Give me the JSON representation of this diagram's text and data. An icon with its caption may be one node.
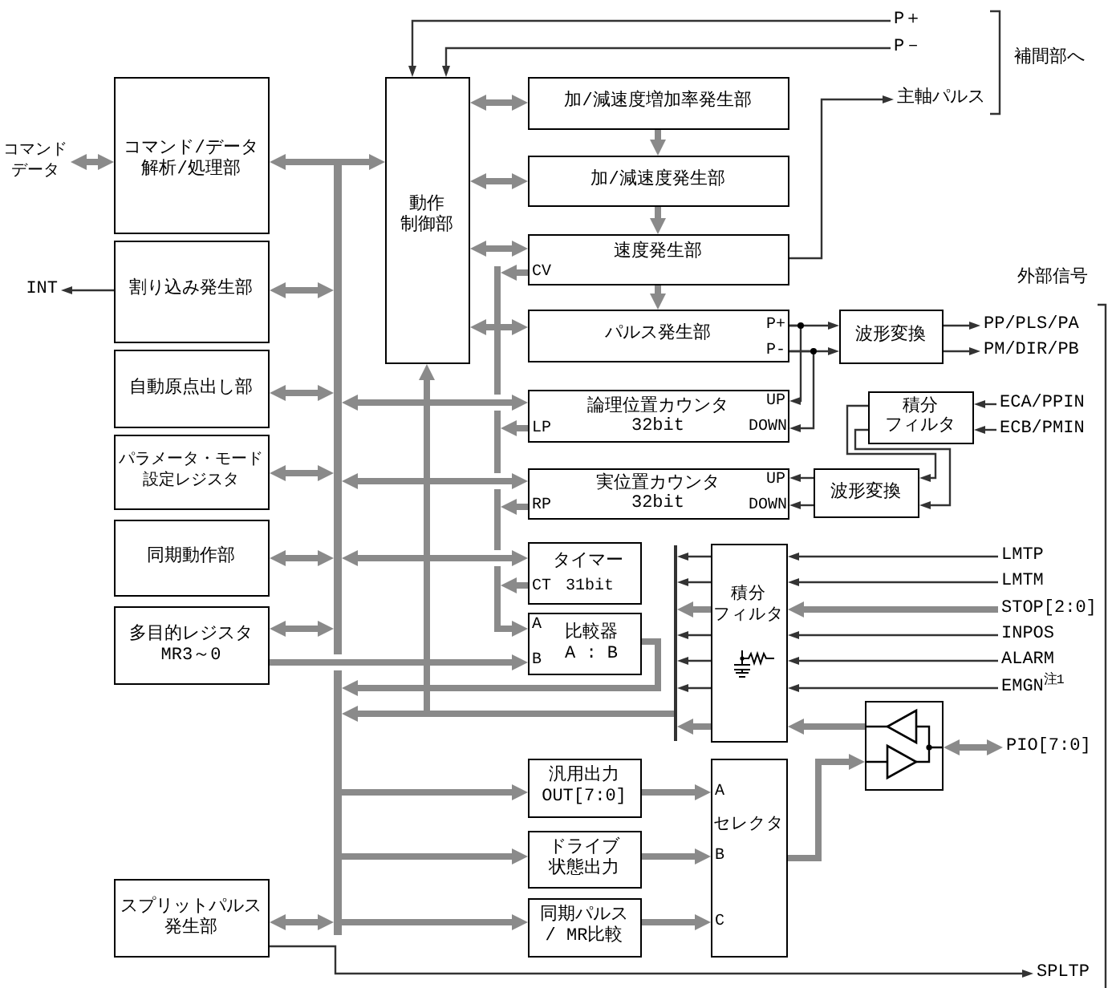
{
  "diagram": {
    "nodes": [
      {
        "text": [
          "コマンドデータ"
        ]
      },
      {
        "text": [
          "コマンド/データ解析/処理部"
        ]
      },
      {
        "text": [
          "INT"
        ]
      },
      {
        "text": [
          "割り込み発生部"
        ]
      },
      {
        "text": [
          "自動原点出し部"
        ]
      },
      {
        "text": [
          "パラメータ・モード設定レジスタ"
        ]
      },
      {
        "text": [
          "同期動作部"
        ]
      },
      {
        "text": [
          "多目的レジスタMR3～0"
        ]
      },
      {
        "text": [
          "スプリットパルス発生部"
        ]
      },
      {
        "text": [],
        "shape": "bar"
      },
      {
        "text": [
          "動作制御部"
        ]
      },
      {
        "text": [
          "加/減速度増加率発生部"
        ]
      },
      {
        "text": [
          "加/減速度発生部"
        ]
      },
      {
        "text": [
          "速度発生部",
          "CV"
        ]
      },
      {
        "text": [
          "パルス発生部",
          "P+",
          "P-"
        ]
      },
      {
        "text": [
          "論理位置カウンタ32bit",
          "LP",
          "UP",
          "DOWN"
        ]
      },
      {
        "text": [
          "実位置カウンタ32bit",
          "RP",
          "UP",
          "DOWN"
        ]
      },
      {
        "text": [
          "タイマー",
          "CT",
          "31bit"
        ]
      },
      {
        "text": [
          "比較器A : B",
          "A",
          "B"
        ]
      },
      {
        "text": [
          "積分フィルタ"
        ]
      },
      {
        "text": [
          "汎用出力OUT[7:0]"
        ]
      },
      {
        "text": [
          "ドライブ状態出力"
        ]
      },
      {
        "text": [
          "同期パルス/ MR比較"
        ]
      },
      {
        "text": [
          "A",
          "セレクタ",
          "B",
          "C"
        ]
      },
      {
        "text": [
          "波形変換"
        ]
      },
      {
        "text": [
          "積分フィルタ"
        ]
      },
      {
        "text": [
          "波形変換"
        ]
      },
      {
        "text": [],
        "shape": "box"
      },
      {
        "text": [
          "P＋"
        ]
      },
      {
        "text": [
          "P－"
        ]
      },
      {
        "text": [
          "主軸パルス"
        ]
      },
      {
        "text": [
          "PP/PLS/PA"
        ]
      },
      {
        "text": [
          "PM/DIR/PB"
        ]
      },
      {
        "text": [
          "ECA/PPIN"
        ]
      },
      {
        "text": [
          "ECB/PMIN"
        ]
      },
      {
        "text": [
          "LMTP"
        ]
      },
      {
        "text": [
          "LMTM"
        ]
      },
      {
        "text": [
          "STOP[2:0]"
        ]
      },
      {
        "text": [
          "INPOS"
        ]
      },
      {
        "text": [
          "ALARM"
        ]
      },
      {
        "text": [
          "EMGN$^{注1}$"
        ]
      },
      {
        "text": [
          "PIO[7:0]"
        ]
      },
      {
        "text": [
          "SPLTP"
        ]
      },
      {
        "text": [],
        "shape": "bar"
      },
      {
        "text": [],
        "shape": "bar"
      }
    ],
    "edges": [
      {
        "from": 0,
        "to": 1,
        "arrow": "both"
      },
      {
        "from": 3,
        "to": 2,
        "arrow": "to",
        "color": "#333333"
      },
      {
        "from": 9,
        "to": 1,
        "arrow": "to"
      },
      {
        "from": 9,
        "to": 10,
        "arrow": "to"
      },
      {
        "from": 3,
        "to": 9,
        "arrow": "both"
      },
      {
        "from": 4,
        "to": 9,
        "arrow": "both"
      },
      {
        "from": 5,
        "to": 9,
        "arrow": "both"
      },
      {
        "from": 6,
        "to": 9,
        "arrow": "both"
      },
      {
        "from": 7,
        "to": 9,
        "arrow": "both"
      },
      {
        "from": 8,
        "to": 9,
        "arrow": "both"
      },
      {
        "from": 9,
        "to": 15,
        "arrow": "both"
      },
      {
        "from": 9,
        "to": 16,
        "arrow": "both"
      },
      {
        "from": 9,
        "to": 17,
        "arrow": "both"
      },
      {
        "from": 9,
        "to": 20,
        "arrow": "to"
      },
      {
        "from": 9,
        "to": 21,
        "arrow": "to"
      },
      {
        "from": 9,
        "to": 22,
        "arrow": "to"
      },
      {
        "from": 10,
        "to": 11,
        "arrow": "both"
      },
      {
        "from": 10,
        "to": 12,
        "arrow": "both"
      },
      {
        "from": 10,
        "to": 13,
        "arrow": "both"
      },
      {
        "from": 10,
        "to": 14,
        "arrow": "both"
      },
      {
        "from": 11,
        "to": 12,
        "arrow": "to"
      },
      {
        "from": 12,
        "to": 13,
        "arrow": "to"
      },
      {
        "from": 13,
        "to": 14,
        "arrow": "to"
      },
      {
        "from": 28,
        "to": 10,
        "arrow": "to",
        "color": "#333333"
      },
      {
        "from": 29,
        "to": 10,
        "arrow": "to",
        "color": "#333333"
      },
      {
        "from": 13,
        "to": 30,
        "arrow": "to",
        "color": "#333333"
      },
      {
        "from": 13,
        "to": 43,
        "arrow": "to"
      },
      {
        "from": 15,
        "to": 43,
        "arrow": "to"
      },
      {
        "from": 16,
        "to": 43,
        "arrow": "to"
      },
      {
        "from": 17,
        "to": 43,
        "arrow": "to"
      },
      {
        "from": 7,
        "to": 18,
        "arrow": "to"
      },
      {
        "from": 18,
        "to": 9,
        "arrow": "to"
      },
      {
        "from": 44,
        "to": 9,
        "arrow": "to"
      },
      {
        "from": 44,
        "to": 10,
        "arrow": "to"
      },
      {
        "from": 14,
        "to": 24,
        "arrow": "to",
        "color": "#333333"
      },
      {
        "from": 14,
        "to": 24,
        "arrow": "to",
        "color": "#333333"
      },
      {
        "from": 14,
        "to": 15,
        "arrow": "to",
        "color": "#333333"
      },
      {
        "from": 14,
        "to": 15,
        "arrow": "to",
        "color": "#333333"
      },
      {
        "from": 24,
        "to": 31,
        "arrow": "to",
        "color": "#333333"
      },
      {
        "from": 24,
        "to": 32,
        "arrow": "to",
        "color": "#333333"
      },
      {
        "from": 33,
        "to": 25,
        "arrow": "to",
        "color": "#333333"
      },
      {
        "from": 34,
        "to": 25,
        "arrow": "to",
        "color": "#333333"
      },
      {
        "from": 25,
        "to": 26,
        "arrow": "to",
        "color": "#333333"
      },
      {
        "from": 25,
        "to": 26,
        "arrow": "to",
        "color": "#333333"
      },
      {
        "from": 26,
        "to": 16,
        "arrow": "to",
        "color": "#333333"
      },
      {
        "from": 26,
        "to": 16,
        "arrow": "to",
        "color": "#333333"
      },
      {
        "from": 35,
        "to": 19,
        "arrow": "to",
        "color": "#333333"
      },
      {
        "from": 36,
        "to": 19,
        "arrow": "to",
        "color": "#333333"
      },
      {
        "from": 37,
        "to": 19,
        "arrow": "to"
      },
      {
        "from": 38,
        "to": 19,
        "arrow": "to",
        "color": "#333333"
      },
      {
        "from": 39,
        "to": 19,
        "arrow": "to",
        "color": "#333333"
      },
      {
        "from": 40,
        "to": 19,
        "arrow": "to",
        "color": "#333333"
      },
      {
        "from": 27,
        "to": 19,
        "arrow": "to"
      },
      {
        "from": 20,
        "to": 23,
        "arrow": "to"
      },
      {
        "from": 21,
        "to": 23,
        "arrow": "to"
      },
      {
        "from": 22,
        "to": 23,
        "arrow": "to"
      },
      {
        "from": 23,
        "to": 27,
        "arrow": "to"
      },
      {
        "from": 27,
        "to": 41,
        "arrow": "both"
      },
      {
        "from": 8,
        "to": 42,
        "arrow": "to",
        "color": "#333333"
      },
      {
        "from": 43,
        "to": 18,
        "arrow": "to"
      },
      {
        "from": 19,
        "to": 44,
        "arrow": "to",
        "color": "#333333"
      },
      {
        "from": 19,
        "to": 44,
        "arrow": "to",
        "color": "#333333"
      },
      {
        "from": 19,
        "to": 44,
        "arrow": "to"
      },
      {
        "from": 19,
        "to": 44,
        "arrow": "to",
        "color": "#333333"
      },
      {
        "from": 19,
        "to": 44,
        "arrow": "to",
        "color": "#333333"
      },
      {
        "from": 19,
        "to": 44,
        "arrow": "to",
        "color": "#333333"
      },
      {
        "from": 19,
        "to": 44,
        "arrow": "to"
      }
    ],
    "labels": [
      "補間部へ",
      "外部信号"
    ]
  }
}
